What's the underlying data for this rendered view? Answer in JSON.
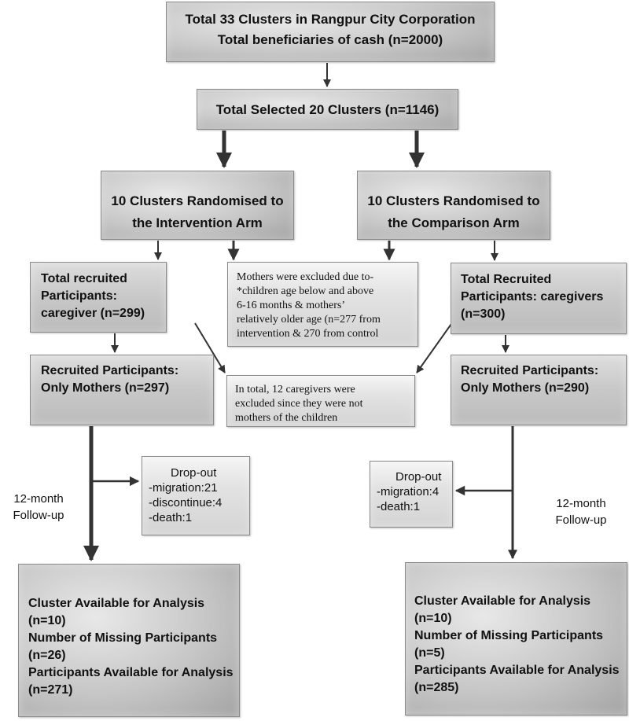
{
  "top": {
    "line1": "Total 33 Clusters in Rangpur City Corporation",
    "line2": "Total beneficiaries of cash (n=2000)"
  },
  "selected": {
    "line1": "Total Selected 20 Clusters (n=1146)"
  },
  "intervention_arm": {
    "line1": "10 Clusters Randomised to",
    "line2": "the Intervention Arm",
    "recruited": {
      "line1": "Total recruited",
      "line2": "Participants:",
      "line3": "caregiver (n=299)"
    },
    "mothers": {
      "line1": "Recruited Participants:",
      "line2": "Only Mothers (n=297)"
    },
    "dropout": {
      "title": "Drop-out",
      "line1": "-migration:21",
      "line2": "-discontinue:4",
      "line3": "-death:1"
    },
    "followup": {
      "line1": "12-month",
      "line2": "Follow-up"
    },
    "analysis": {
      "line1": "Cluster Available for Analysis",
      "line2": "(n=10)",
      "line3": "Number of Missing Participants",
      "line4": "(n=26)",
      "line5": "Participants Available for Analysis",
      "line6": "(n=271)"
    }
  },
  "comparison_arm": {
    "line1": "10 Clusters Randomised to",
    "line2": "the Comparison Arm",
    "recruited": {
      "line1": "Total Recruited",
      "line2": "Participants: caregivers",
      "line3": "(n=300)"
    },
    "mothers": {
      "line1": "Recruited Participants:",
      "line2": "Only Mothers (n=290)"
    },
    "dropout": {
      "title": "Drop-out",
      "line1": "-migration:4",
      "line2": "-death:1"
    },
    "followup": {
      "line1": "12-month",
      "line2": "Follow-up"
    },
    "analysis": {
      "line1": "Cluster Available for Analysis",
      "line2": "(n=10)",
      "line3": "Number of Missing Participants",
      "line4": "(n=5)",
      "line5": "Participants Available for Analysis",
      "line6": "(n=285)"
    }
  },
  "excluded_age": {
    "line1": "Mothers were excluded due to-",
    "line2": "*children age below and above",
    "line3": "6-16 months & mothers’",
    "line4": "relatively older age (n=277 from",
    "line5": "intervention & 270 from control"
  },
  "excluded_total": {
    "line1": "In total, 12 caregivers were",
    "line2": "excluded since they were not",
    "line3": "mothers of the children"
  },
  "colors": {
    "box_border": "#8a8a8a",
    "box_fill_light": "#e6e6e6",
    "box_fill_dark": "#a9a9a9",
    "arrow": "#333333",
    "text": "#111111"
  }
}
